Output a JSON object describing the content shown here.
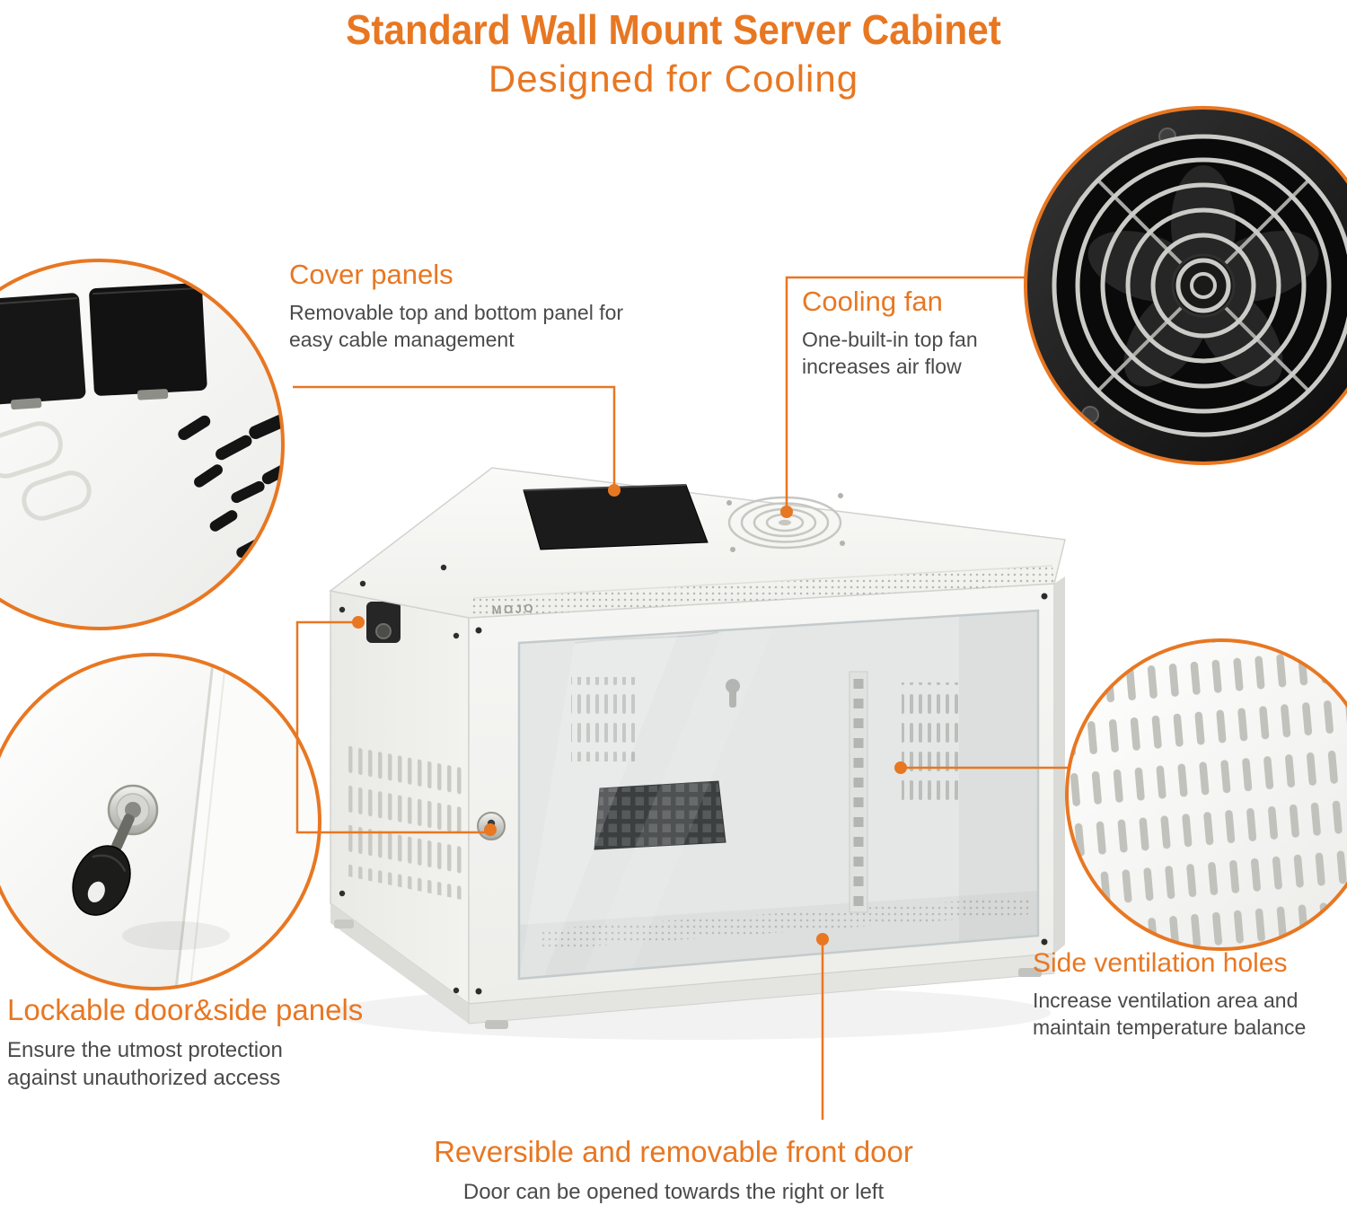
{
  "title": "Standard Wall Mount Server Cabinet",
  "subtitle": "Designed for Cooling",
  "brand": "MOJO",
  "colors": {
    "accent": "#E87722",
    "body_text": "#4A4A4A"
  },
  "callouts": {
    "cover_panels": {
      "heading": "Cover panels",
      "body": "Removable top and bottom panel for\neasy cable management"
    },
    "cooling_fan": {
      "heading": "Cooling fan",
      "body": "One-built-in top fan\nincreases air flow"
    },
    "side_ventilation": {
      "heading": "Side ventilation holes",
      "body": "Increase ventilation area and\nmaintain temperature balance"
    },
    "lockable": {
      "heading": "Lockable door&side panels",
      "body": "Ensure the utmost protection\nagainst unauthorized access"
    },
    "front_door": {
      "heading": "Reversible and removable front door",
      "body": "Door can be opened towards the right or left"
    }
  }
}
